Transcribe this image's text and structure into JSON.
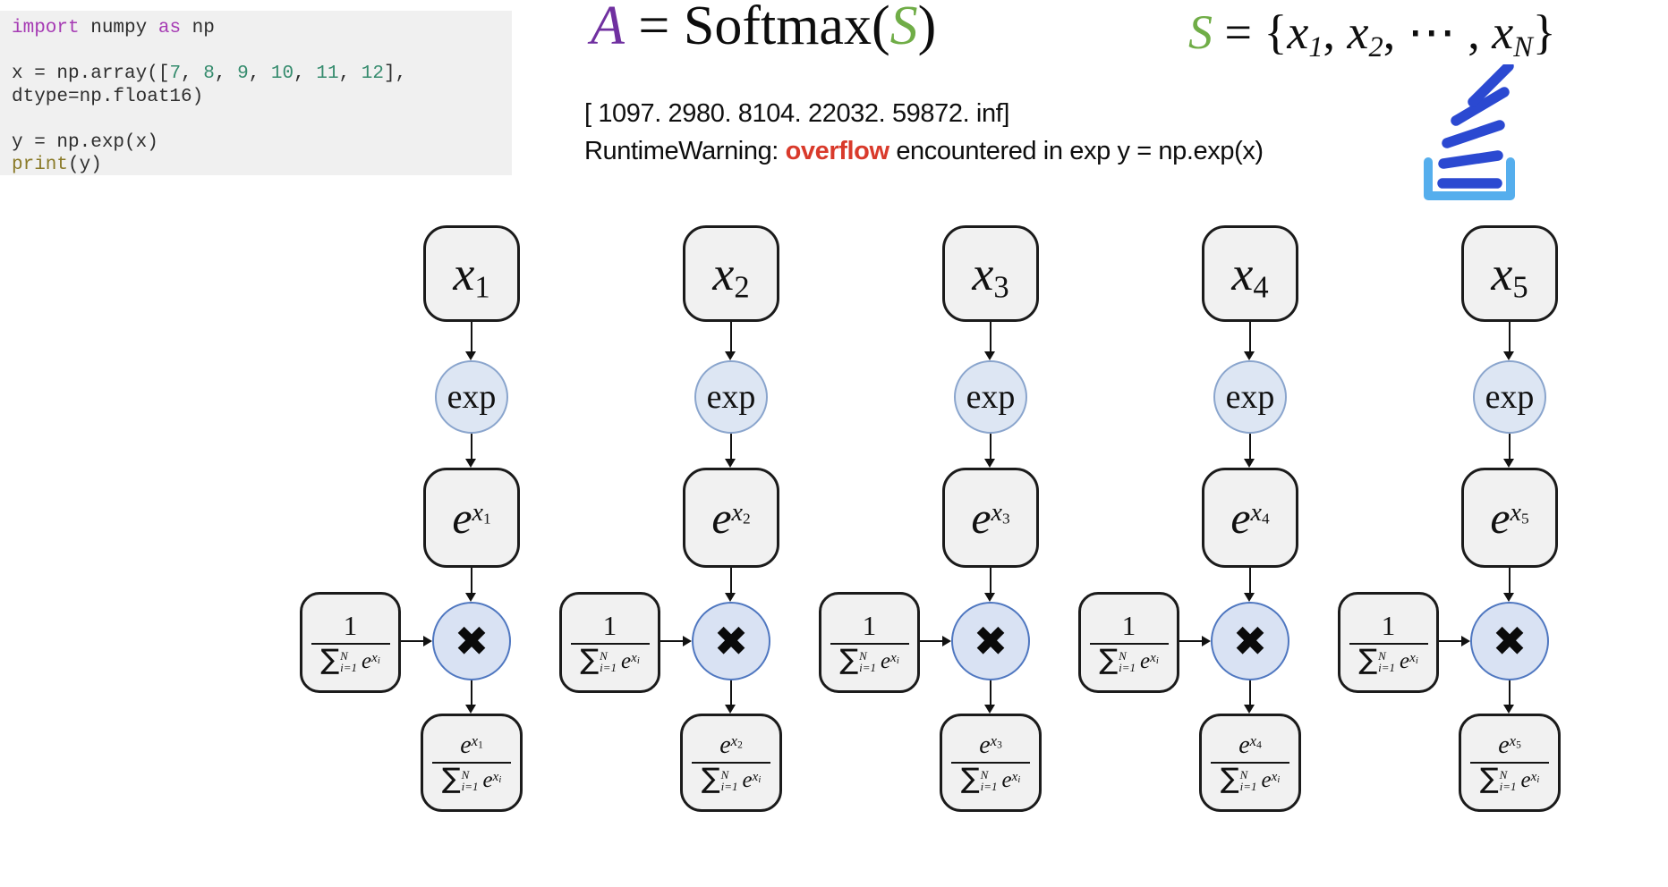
{
  "code_panel": {
    "bg": "#f0f0f0",
    "token_colors": {
      "keyword": "#a63bb4",
      "number": "#368c6e",
      "builtin": "#8a7a28",
      "plain": "#2e2e2e"
    },
    "lines": [
      {
        "tokens": [
          {
            "text": "import",
            "type": "keyword"
          },
          {
            "text": " numpy ",
            "type": "plain"
          },
          {
            "text": "as",
            "type": "keyword"
          },
          {
            "text": " np",
            "type": "plain"
          }
        ]
      },
      {
        "tokens": []
      },
      {
        "tokens": [
          {
            "text": "x = np.array([",
            "type": "plain"
          },
          {
            "text": "7",
            "type": "number"
          },
          {
            "text": ", ",
            "type": "plain"
          },
          {
            "text": "8",
            "type": "number"
          },
          {
            "text": ", ",
            "type": "plain"
          },
          {
            "text": "9",
            "type": "number"
          },
          {
            "text": ", ",
            "type": "plain"
          },
          {
            "text": "10",
            "type": "number"
          },
          {
            "text": ", ",
            "type": "plain"
          },
          {
            "text": "11",
            "type": "number"
          },
          {
            "text": ", ",
            "type": "plain"
          },
          {
            "text": "12",
            "type": "number"
          },
          {
            "text": "],",
            "type": "plain"
          }
        ]
      },
      {
        "tokens": [
          {
            "text": "dtype=np.float16)",
            "type": "plain"
          }
        ]
      },
      {
        "tokens": []
      },
      {
        "tokens": [
          {
            "text": "y = np.exp(x)",
            "type": "plain"
          }
        ]
      },
      {
        "tokens": [
          {
            "text": "print",
            "type": "builtin"
          },
          {
            "text": "(y)",
            "type": "plain"
          }
        ]
      }
    ]
  },
  "softmax_formula": {
    "parts": [
      {
        "text": "A",
        "style": "purple-italic"
      },
      {
        "text": " = Softmax(",
        "style": "black"
      },
      {
        "text": "S",
        "style": "green-italic"
      },
      {
        "text": ")",
        "style": "black"
      }
    ]
  },
  "set_formula": {
    "parts": [
      {
        "text": "S",
        "style": "green-italic"
      },
      {
        "text": " = {",
        "style": "black"
      },
      {
        "text": "x",
        "style": "italic"
      },
      {
        "text": "1",
        "style": "sub"
      },
      {
        "text": ", ",
        "style": "black"
      },
      {
        "text": "x",
        "style": "italic"
      },
      {
        "text": "2",
        "style": "sub"
      },
      {
        "text": ", ⋯ , ",
        "style": "black"
      },
      {
        "text": "x",
        "style": "italic"
      },
      {
        "text": "N",
        "style": "sub"
      },
      {
        "text": "}",
        "style": "black"
      }
    ]
  },
  "console_output": {
    "line1": "[ 1097. 2980. 8104. 22032. 59872. inf]",
    "line2_parts": [
      {
        "text": "RuntimeWarning: ",
        "style": "black"
      },
      {
        "text": "overflow",
        "style": "red-bold"
      },
      {
        "text": " encountered in exp y = np.exp(x)",
        "style": "black"
      }
    ],
    "warning_color": "#d93a2b"
  },
  "overflow_icon": {
    "name": "stack-overflow-style-icon",
    "tray_color": "#55aeed",
    "bars_color": "#2b49d1"
  },
  "diagram": {
    "labels": {
      "x": "x",
      "e": "e",
      "exp": "exp",
      "times": "✖",
      "one": "1",
      "sum_symbol": "∑",
      "sum_upper": "N",
      "sum_lower": "i=1",
      "i_sub": "i"
    },
    "columns": [
      {
        "sub": "1"
      },
      {
        "sub": "2"
      },
      {
        "sub": "3"
      },
      {
        "sub": "4"
      },
      {
        "sub": "5"
      }
    ]
  }
}
